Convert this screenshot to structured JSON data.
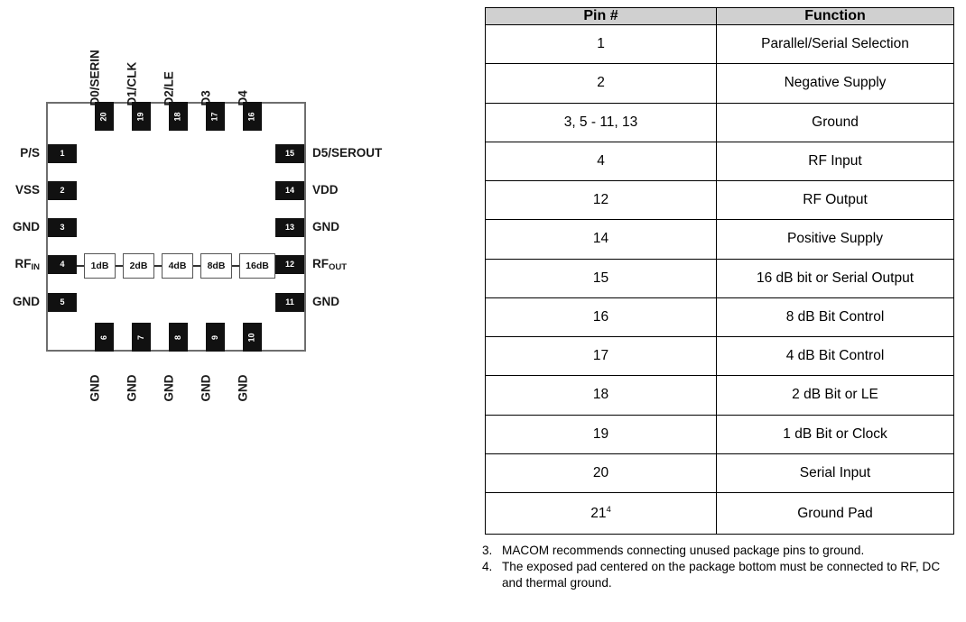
{
  "diagram": {
    "name": "package-pinout",
    "package_outline": "20-lead QFN package outline",
    "pins_left": [
      {
        "num": "1",
        "label": "P/S",
        "sub": ""
      },
      {
        "num": "2",
        "label": "VSS",
        "sub": ""
      },
      {
        "num": "3",
        "label": "GND",
        "sub": ""
      },
      {
        "num": "4",
        "label": "RF",
        "sub": "IN"
      },
      {
        "num": "5",
        "label": "GND",
        "sub": ""
      }
    ],
    "pins_right": [
      {
        "num": "15",
        "label": "D5/SEROUT",
        "sub": ""
      },
      {
        "num": "14",
        "label": "VDD",
        "sub": ""
      },
      {
        "num": "13",
        "label": "GND",
        "sub": ""
      },
      {
        "num": "12",
        "label": "RF",
        "sub": "OUT"
      },
      {
        "num": "11",
        "label": "GND",
        "sub": ""
      }
    ],
    "pins_top": [
      {
        "num": "20",
        "label": "D0/SERIN"
      },
      {
        "num": "19",
        "label": "D1/CLK"
      },
      {
        "num": "18",
        "label": "D2/LE"
      },
      {
        "num": "17",
        "label": "D3"
      },
      {
        "num": "16",
        "label": "D4"
      }
    ],
    "pins_bottom": [
      {
        "num": "6",
        "label": "GND"
      },
      {
        "num": "7",
        "label": "GND"
      },
      {
        "num": "8",
        "label": "GND"
      },
      {
        "num": "9",
        "label": "GND"
      },
      {
        "num": "10",
        "label": "GND"
      }
    ],
    "attenuator_chain": [
      "1dB",
      "2dB",
      "4dB",
      "8dB",
      "16dB"
    ]
  },
  "table": {
    "headers": [
      "Pin #",
      "Function"
    ],
    "rows": [
      {
        "pin": "1",
        "function": "Parallel/Serial Selection"
      },
      {
        "pin": "2",
        "function": "Negative Supply"
      },
      {
        "pin": "3, 5 - 11, 13",
        "function": "Ground"
      },
      {
        "pin": "4",
        "function": "RF Input"
      },
      {
        "pin": "12",
        "function": "RF Output"
      },
      {
        "pin": "14",
        "function": "Positive Supply"
      },
      {
        "pin": "15",
        "function": "16 dB bit or Serial Output"
      },
      {
        "pin": "16",
        "function": "8 dB Bit Control"
      },
      {
        "pin": "17",
        "function": "4 dB Bit Control"
      },
      {
        "pin": "18",
        "function": "2 dB Bit or LE"
      },
      {
        "pin": "19",
        "function": "1 dB Bit or Clock"
      },
      {
        "pin": "20",
        "function": "Serial Input"
      },
      {
        "pin": "21",
        "pin_sup": "4",
        "function": "Ground Pad"
      }
    ]
  },
  "footnotes": [
    {
      "num": "3.",
      "text": "MACOM recommends connecting unused package pins to ground."
    },
    {
      "num": "4.",
      "text": "The exposed pad centered on the package bottom must be connected to RF, DC and thermal ground."
    }
  ],
  "colors": {
    "pad_fill": "#111111",
    "pad_text": "#ffffff",
    "package_outline": "#6e6e6e",
    "table_header_bg": "#d0d0d0",
    "table_border": "#000000",
    "text": "#000000"
  }
}
